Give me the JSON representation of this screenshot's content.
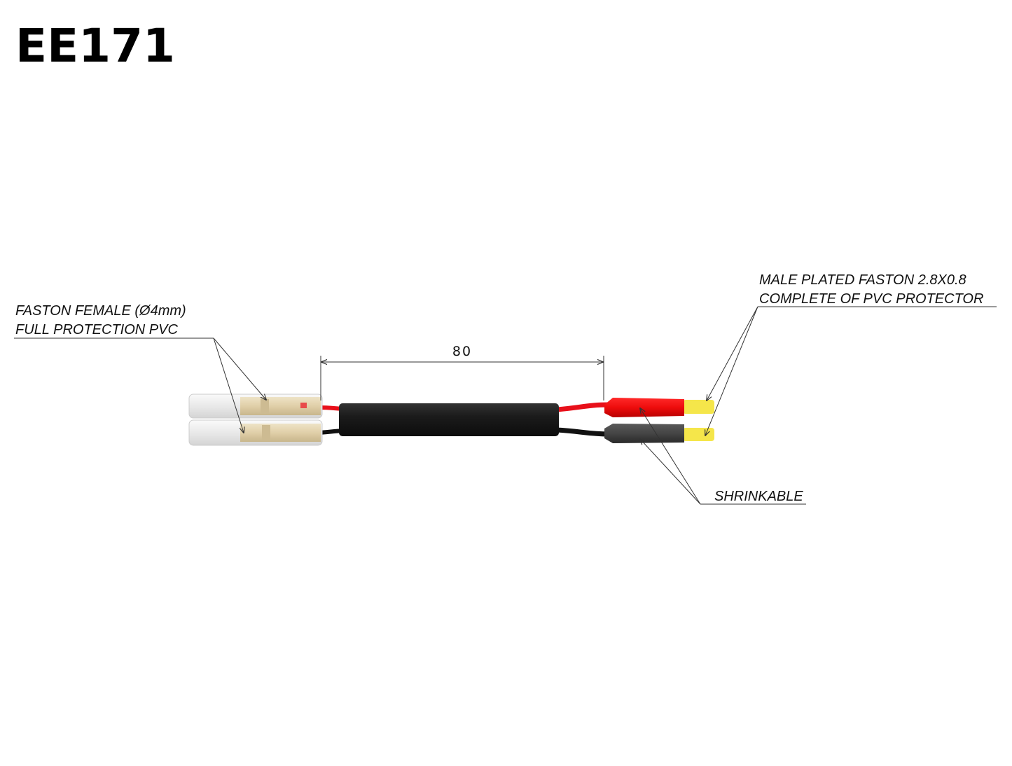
{
  "title": "EE171",
  "labels": {
    "female_line1": "FASTON FEMALE (Ø4mm)",
    "female_line2": "FULL PROTECTION PVC",
    "male_line1": "MALE PLATED FASTON 2.8X0.8",
    "male_line2": "COMPLETE OF PVC PROTECTOR",
    "shrinkable": "SHRINKABLE"
  },
  "dimension": "80",
  "colors": {
    "red_wire": "#e8101a",
    "black_wire": "#111111",
    "sleeve": "#1e1e1e",
    "tip": "#f5e64a",
    "brass": "#e2d3b0",
    "housing": "#ececec"
  }
}
